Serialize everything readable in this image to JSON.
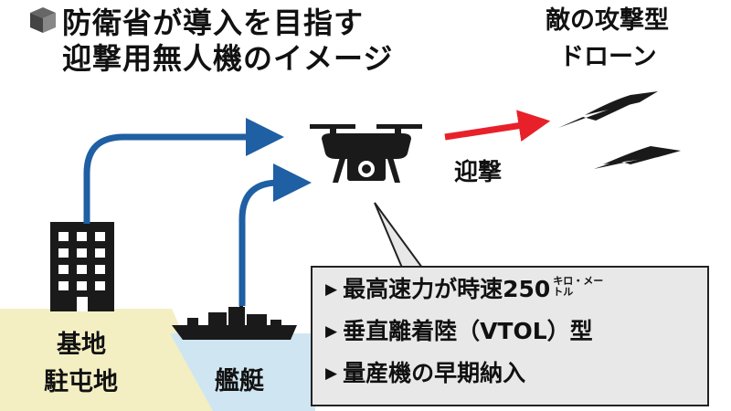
{
  "title": {
    "line1": "防衛省が導入を目指す",
    "line2": "迎撃用無人機のイメージ"
  },
  "enemy_drone_label": {
    "line1": "敵の攻撃型",
    "line2": "ドローン"
  },
  "intercept_label": "迎撃",
  "base_label": {
    "line1": "基地",
    "line2": "駐屯地"
  },
  "ship_label": "艦艇",
  "specs": {
    "item1": "最高速力が時速250",
    "item1_unit_top": "キロ・メー",
    "item1_unit_bottom": "トル",
    "item2": "垂直離着陸（VTOL）型",
    "item3": "量産機の早期納入"
  },
  "colors": {
    "blue_arrow": "#1f5fa3",
    "red_arrow": "#e8202a",
    "base_area": "#f3efc3",
    "sea_area": "#cfe6f2",
    "info_box_bg": "#e8e8e8"
  }
}
